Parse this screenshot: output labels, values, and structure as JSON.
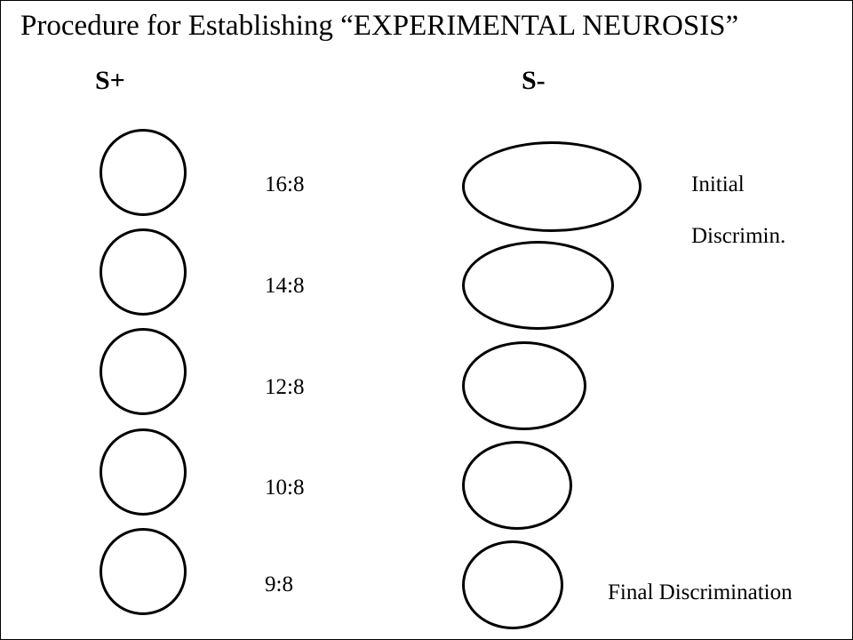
{
  "slide": {
    "title": "Procedure for Establishing “EXPERIMENTAL NEUROSIS”",
    "columns": {
      "s_plus": "S+",
      "s_minus": "S-"
    },
    "ratios": [
      "16:8",
      "14:8",
      "12:8",
      "10:8",
      "9:8"
    ],
    "notes": {
      "initial_line1": "Initial",
      "initial_line2": "Discrimin.",
      "final": "Final Discrimination"
    },
    "colors": {
      "stroke": "#000000",
      "background": "#ffffff"
    }
  }
}
